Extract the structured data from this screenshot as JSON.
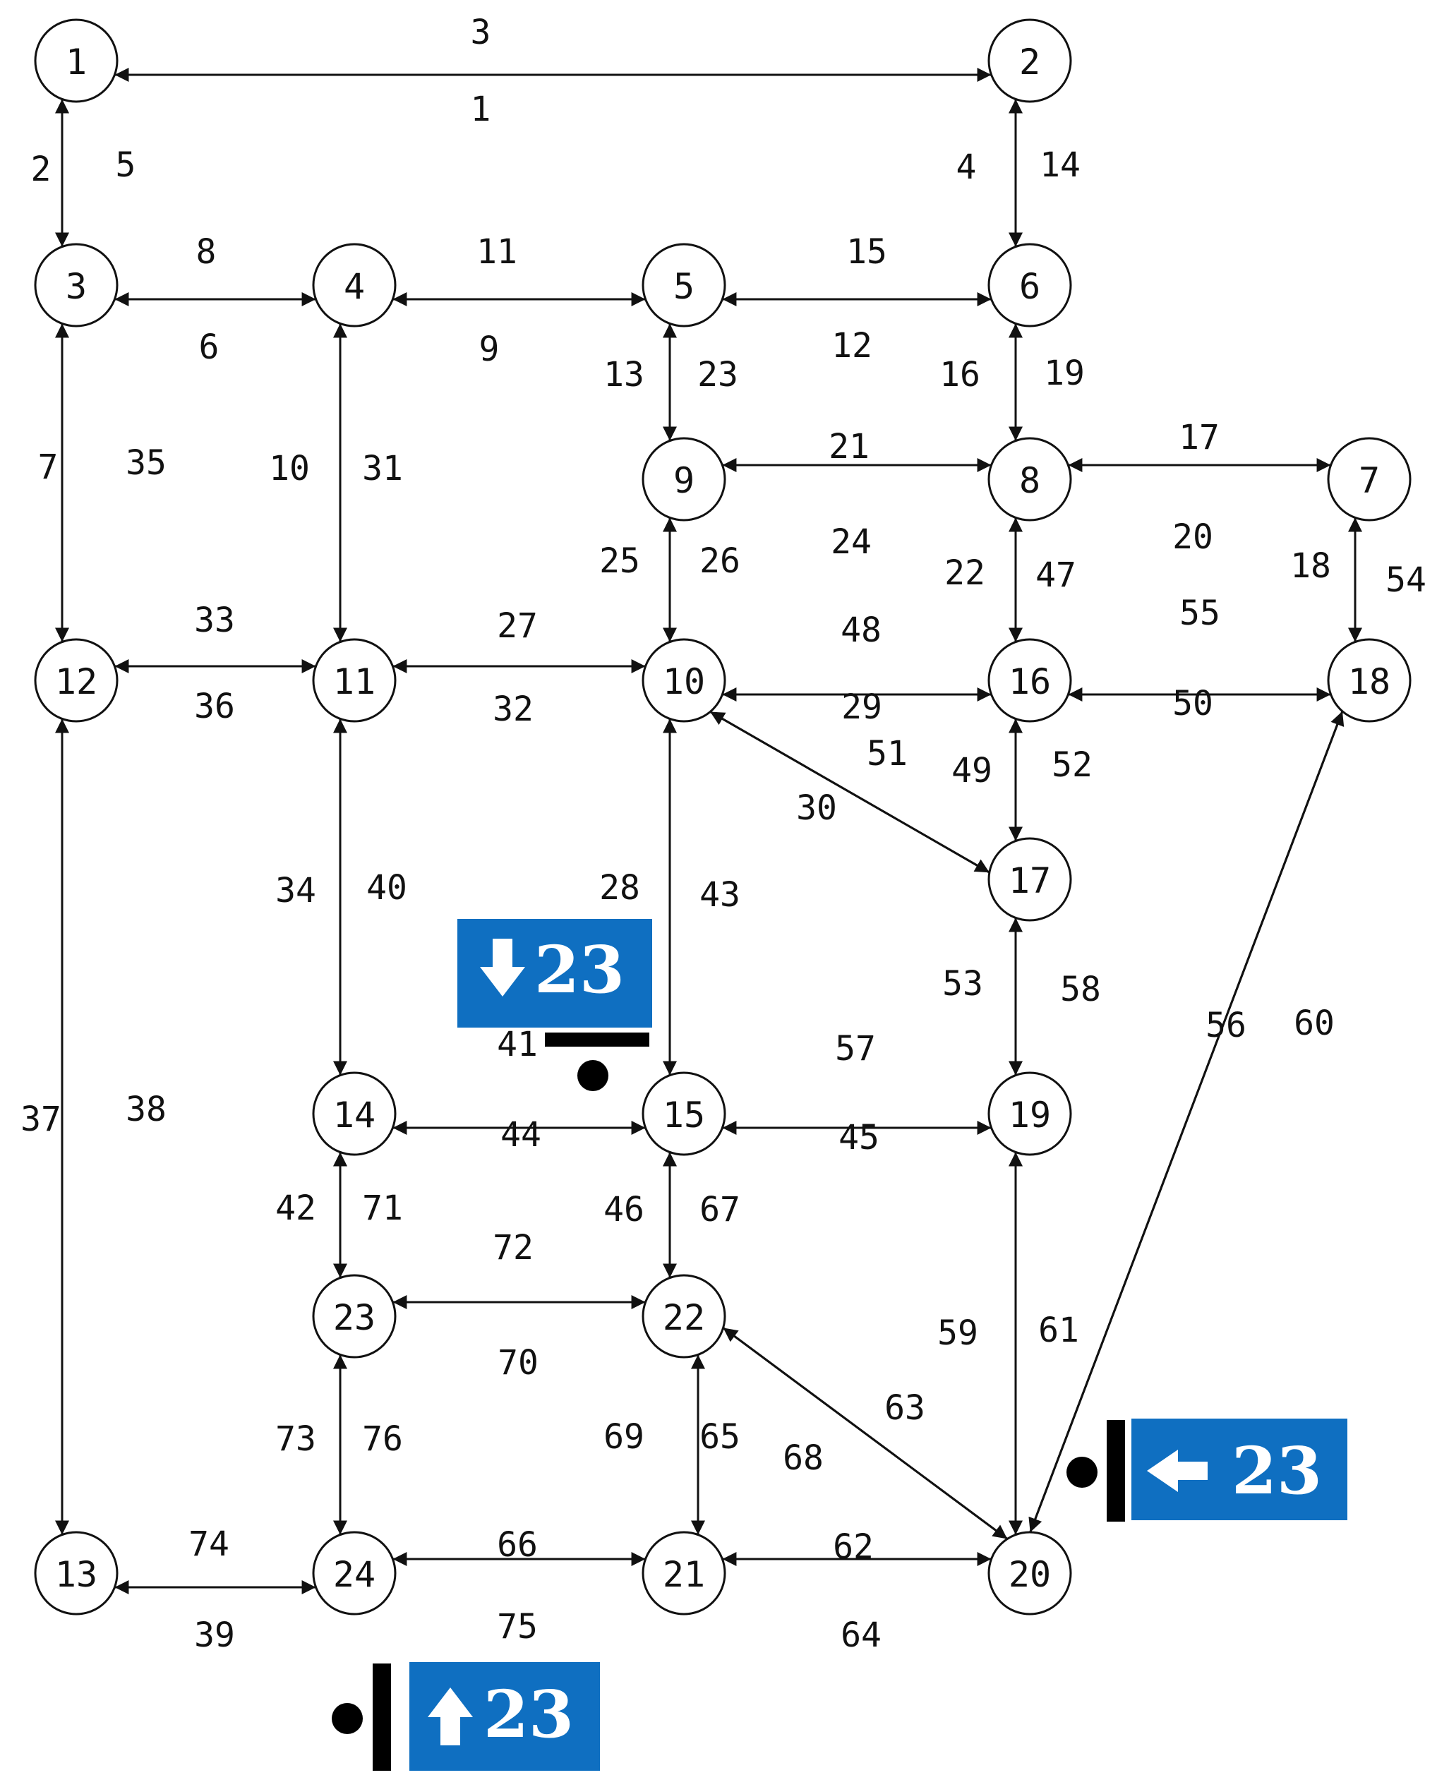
{
  "nodes": [
    {
      "id": "1",
      "label": "1"
    },
    {
      "id": "2",
      "label": "2"
    },
    {
      "id": "3",
      "label": "3"
    },
    {
      "id": "4",
      "label": "4"
    },
    {
      "id": "5",
      "label": "5"
    },
    {
      "id": "6",
      "label": "6"
    },
    {
      "id": "7",
      "label": "7"
    },
    {
      "id": "8",
      "label": "8"
    },
    {
      "id": "9",
      "label": "9"
    },
    {
      "id": "10",
      "label": "10"
    },
    {
      "id": "11",
      "label": "11"
    },
    {
      "id": "12",
      "label": "12"
    },
    {
      "id": "13",
      "label": "13"
    },
    {
      "id": "14",
      "label": "14"
    },
    {
      "id": "15",
      "label": "15"
    },
    {
      "id": "16",
      "label": "16"
    },
    {
      "id": "17",
      "label": "17"
    },
    {
      "id": "18",
      "label": "18"
    },
    {
      "id": "19",
      "label": "19"
    },
    {
      "id": "20",
      "label": "20"
    },
    {
      "id": "21",
      "label": "21"
    },
    {
      "id": "22",
      "label": "22"
    },
    {
      "id": "23",
      "label": "23"
    },
    {
      "id": "24",
      "label": "24"
    }
  ],
  "links": [
    {
      "id": "1",
      "from": "1",
      "to": "2"
    },
    {
      "id": "3",
      "from": "2",
      "to": "1"
    },
    {
      "id": "2",
      "from": "1",
      "to": "3"
    },
    {
      "id": "5",
      "from": "3",
      "to": "1"
    },
    {
      "id": "4",
      "from": "2",
      "to": "6"
    },
    {
      "id": "14",
      "from": "6",
      "to": "2"
    },
    {
      "id": "6",
      "from": "3",
      "to": "4"
    },
    {
      "id": "8",
      "from": "4",
      "to": "3"
    },
    {
      "id": "7",
      "from": "3",
      "to": "12"
    },
    {
      "id": "35",
      "from": "12",
      "to": "3"
    },
    {
      "id": "9",
      "from": "4",
      "to": "5"
    },
    {
      "id": "11",
      "from": "5",
      "to": "4"
    },
    {
      "id": "10",
      "from": "4",
      "to": "11"
    },
    {
      "id": "31",
      "from": "11",
      "to": "4"
    },
    {
      "id": "12",
      "from": "5",
      "to": "6"
    },
    {
      "id": "15",
      "from": "6",
      "to": "5"
    },
    {
      "id": "13",
      "from": "5",
      "to": "9"
    },
    {
      "id": "23",
      "from": "9",
      "to": "5"
    },
    {
      "id": "16",
      "from": "6",
      "to": "8"
    },
    {
      "id": "19",
      "from": "8",
      "to": "6"
    },
    {
      "id": "17",
      "from": "7",
      "to": "8"
    },
    {
      "id": "20",
      "from": "8",
      "to": "7"
    },
    {
      "id": "18",
      "from": "7",
      "to": "18"
    },
    {
      "id": "54",
      "from": "18",
      "to": "7"
    },
    {
      "id": "21",
      "from": "8",
      "to": "9"
    },
    {
      "id": "24",
      "from": "9",
      "to": "8"
    },
    {
      "id": "22",
      "from": "8",
      "to": "16"
    },
    {
      "id": "47",
      "from": "16",
      "to": "8"
    },
    {
      "id": "25",
      "from": "9",
      "to": "10"
    },
    {
      "id": "26",
      "from": "10",
      "to": "9"
    },
    {
      "id": "27",
      "from": "10",
      "to": "11"
    },
    {
      "id": "32",
      "from": "11",
      "to": "10"
    },
    {
      "id": "28",
      "from": "10",
      "to": "15"
    },
    {
      "id": "43",
      "from": "15",
      "to": "10"
    },
    {
      "id": "29",
      "from": "10",
      "to": "16"
    },
    {
      "id": "48",
      "from": "16",
      "to": "10"
    },
    {
      "id": "30",
      "from": "10",
      "to": "17"
    },
    {
      "id": "51",
      "from": "17",
      "to": "10"
    },
    {
      "id": "33",
      "from": "11",
      "to": "12"
    },
    {
      "id": "36",
      "from": "12",
      "to": "11"
    },
    {
      "id": "34",
      "from": "11",
      "to": "14"
    },
    {
      "id": "40",
      "from": "14",
      "to": "11"
    },
    {
      "id": "37",
      "from": "12",
      "to": "13"
    },
    {
      "id": "38",
      "from": "13",
      "to": "12"
    },
    {
      "id": "39",
      "from": "13",
      "to": "24"
    },
    {
      "id": "74",
      "from": "24",
      "to": "13"
    },
    {
      "id": "41",
      "from": "14",
      "to": "15"
    },
    {
      "id": "44",
      "from": "15",
      "to": "14"
    },
    {
      "id": "42",
      "from": "14",
      "to": "23"
    },
    {
      "id": "71",
      "from": "23",
      "to": "14"
    },
    {
      "id": "45",
      "from": "15",
      "to": "19"
    },
    {
      "id": "57",
      "from": "19",
      "to": "15"
    },
    {
      "id": "46",
      "from": "15",
      "to": "22"
    },
    {
      "id": "67",
      "from": "22",
      "to": "15"
    },
    {
      "id": "49",
      "from": "16",
      "to": "17"
    },
    {
      "id": "52",
      "from": "17",
      "to": "16"
    },
    {
      "id": "50",
      "from": "16",
      "to": "18"
    },
    {
      "id": "55",
      "from": "18",
      "to": "16"
    },
    {
      "id": "53",
      "from": "17",
      "to": "19"
    },
    {
      "id": "58",
      "from": "19",
      "to": "17"
    },
    {
      "id": "56",
      "from": "18",
      "to": "20"
    },
    {
      "id": "60",
      "from": "20",
      "to": "18"
    },
    {
      "id": "59",
      "from": "19",
      "to": "20"
    },
    {
      "id": "61",
      "from": "20",
      "to": "19"
    },
    {
      "id": "62",
      "from": "20",
      "to": "21"
    },
    {
      "id": "64",
      "from": "21",
      "to": "20"
    },
    {
      "id": "63",
      "from": "20",
      "to": "22"
    },
    {
      "id": "68",
      "from": "22",
      "to": "20"
    },
    {
      "id": "65",
      "from": "21",
      "to": "22"
    },
    {
      "id": "69",
      "from": "22",
      "to": "21"
    },
    {
      "id": "66",
      "from": "21",
      "to": "24"
    },
    {
      "id": "75",
      "from": "24",
      "to": "21"
    },
    {
      "id": "70",
      "from": "22",
      "to": "23"
    },
    {
      "id": "72",
      "from": "23",
      "to": "22"
    },
    {
      "id": "73",
      "from": "23",
      "to": "24"
    },
    {
      "id": "76",
      "from": "24",
      "to": "23"
    }
  ],
  "signs": [
    {
      "id": "sign-down",
      "label": "23",
      "arrow": "down-arrow-icon"
    },
    {
      "id": "sign-left",
      "label": "23",
      "arrow": "left-arrow-icon"
    },
    {
      "id": "sign-up",
      "label": "23",
      "arrow": "up-arrow-icon"
    }
  ],
  "colors": {
    "sign_blue": "#0f6fc1",
    "ink": "#111111"
  }
}
